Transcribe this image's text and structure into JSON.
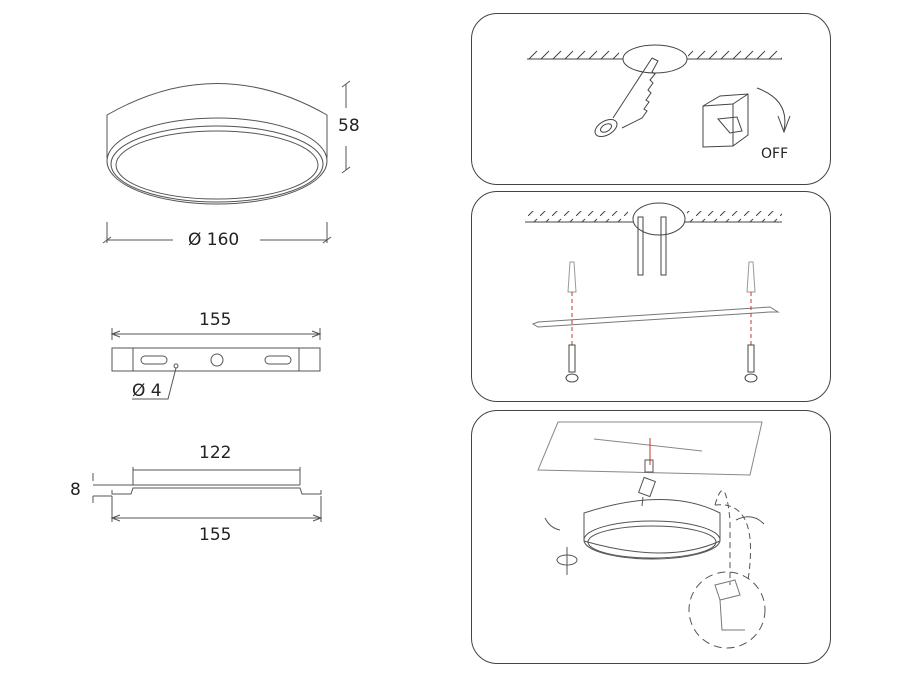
{
  "dimensions": {
    "lamp_height": "58",
    "lamp_diameter": "Ø 160",
    "bracket_length_top": "155",
    "hole_diameter": "Ø 4",
    "bracket_inner_length": "122",
    "bracket_depth": "8",
    "bracket_length_side": "155"
  },
  "steps": [
    {
      "id": 1,
      "label": "OFF",
      "description": "Switch off power at the circuit breaker"
    },
    {
      "id": 2,
      "description": "Drill holes, insert wall plugs, screw mounting bracket to ceiling"
    },
    {
      "id": 3,
      "description": "Connect wires, attach lamp and rotate to lock onto bracket"
    }
  ],
  "colors": {
    "line": "#444444",
    "accent_dashed": "#c0392b",
    "background": "#ffffff"
  }
}
